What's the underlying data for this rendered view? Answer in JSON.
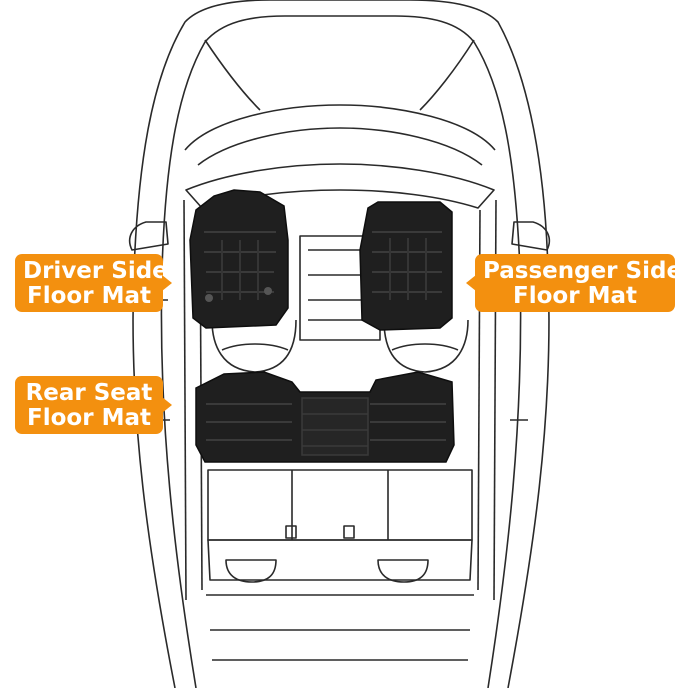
{
  "callouts": {
    "driver": {
      "line1": "Driver Side",
      "line2": "Floor Mat"
    },
    "passenger": {
      "line1": "Passenger Side",
      "line2": "Floor Mat"
    },
    "rear": {
      "line1": "Rear Seat",
      "line2": "Floor Mat"
    }
  },
  "colors": {
    "accent": "#F3900F",
    "mat": "#1f1f1f",
    "outline": "#2a2a2a",
    "background": "#ffffff"
  },
  "icons": [
    "car-outline-icon",
    "driver-mat-icon",
    "passenger-mat-icon",
    "rear-mat-icon"
  ]
}
